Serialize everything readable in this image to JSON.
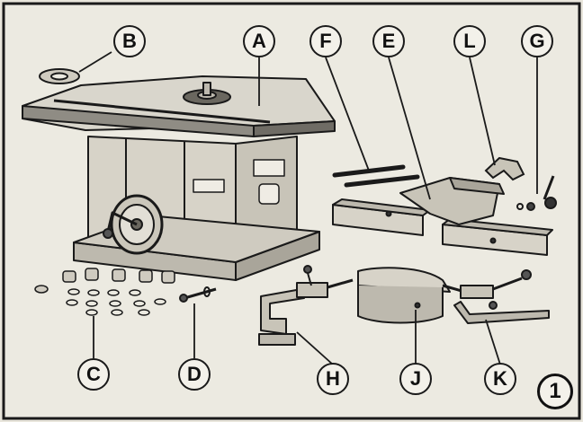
{
  "figure": {
    "number": "1"
  },
  "callouts": [
    {
      "letter": "A",
      "part": "machine-table"
    },
    {
      "letter": "B",
      "part": "table-insert-ring"
    },
    {
      "letter": "C",
      "part": "collars-and-washers"
    },
    {
      "letter": "D",
      "part": "bolt"
    },
    {
      "letter": "E",
      "part": "fence-assembly"
    },
    {
      "letter": "F",
      "part": "spindle-rods"
    },
    {
      "letter": "G",
      "part": "clamp-screws"
    },
    {
      "letter": "H",
      "part": "hold-down"
    },
    {
      "letter": "J",
      "part": "guard"
    },
    {
      "letter": "K",
      "part": "hold-down-arm"
    },
    {
      "letter": "L",
      "part": "bracket"
    }
  ]
}
